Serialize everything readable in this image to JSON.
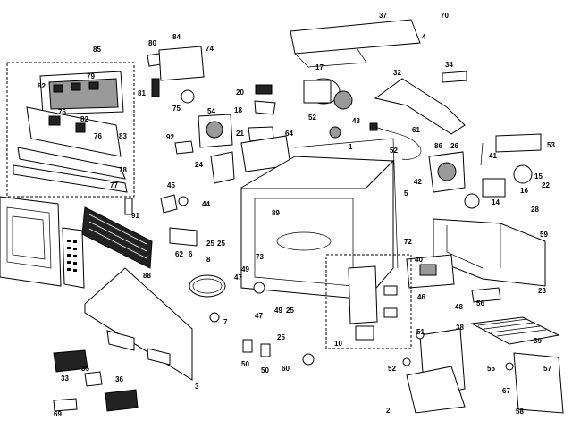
{
  "callouts": [
    {
      "id": "c37",
      "text": "37"
    },
    {
      "id": "c70",
      "text": "70"
    },
    {
      "id": "c4",
      "text": "4"
    },
    {
      "id": "c85",
      "text": "85"
    },
    {
      "id": "c80",
      "text": "80"
    },
    {
      "id": "c84",
      "text": "84"
    },
    {
      "id": "c74",
      "text": "74"
    },
    {
      "id": "c34",
      "text": "34"
    },
    {
      "id": "c17",
      "text": "17"
    },
    {
      "id": "c32",
      "text": "32"
    },
    {
      "id": "c79",
      "text": "79"
    },
    {
      "id": "c81",
      "text": "81"
    },
    {
      "id": "c82a",
      "text": "82"
    },
    {
      "id": "c76a",
      "text": "76"
    },
    {
      "id": "c82b",
      "text": "82"
    },
    {
      "id": "c75",
      "text": "75"
    },
    {
      "id": "c20",
      "text": "20"
    },
    {
      "id": "c18",
      "text": "18"
    },
    {
      "id": "c54",
      "text": "54"
    },
    {
      "id": "c52a",
      "text": "52"
    },
    {
      "id": "c43",
      "text": "43"
    },
    {
      "id": "c76b",
      "text": "76"
    },
    {
      "id": "c83",
      "text": "83"
    },
    {
      "id": "c21",
      "text": "21"
    },
    {
      "id": "c64",
      "text": "64"
    },
    {
      "id": "c61",
      "text": "61"
    },
    {
      "id": "c92",
      "text": "92"
    },
    {
      "id": "c1",
      "text": "1"
    },
    {
      "id": "c52b",
      "text": "52"
    },
    {
      "id": "c86",
      "text": "86"
    },
    {
      "id": "c26",
      "text": "26"
    },
    {
      "id": "c53",
      "text": "53"
    },
    {
      "id": "c78",
      "text": "78"
    },
    {
      "id": "c24",
      "text": "24"
    },
    {
      "id": "c41",
      "text": "41"
    },
    {
      "id": "c15",
      "text": "15"
    },
    {
      "id": "c77",
      "text": "77"
    },
    {
      "id": "c45",
      "text": "45"
    },
    {
      "id": "c42",
      "text": "42"
    },
    {
      "id": "c16",
      "text": "16"
    },
    {
      "id": "c5",
      "text": "5"
    },
    {
      "id": "c14",
      "text": "14"
    },
    {
      "id": "c91",
      "text": "91"
    },
    {
      "id": "c44",
      "text": "44"
    },
    {
      "id": "c89",
      "text": "89"
    },
    {
      "id": "c22",
      "text": "22"
    },
    {
      "id": "c28",
      "text": "28"
    },
    {
      "id": "c59",
      "text": "59"
    },
    {
      "id": "c25a",
      "text": "25"
    },
    {
      "id": "c25b",
      "text": "25"
    },
    {
      "id": "c62",
      "text": "62"
    },
    {
      "id": "c6",
      "text": "6"
    },
    {
      "id": "c72",
      "text": "72"
    },
    {
      "id": "c73",
      "text": "73"
    },
    {
      "id": "c40",
      "text": "40"
    },
    {
      "id": "c88",
      "text": "88"
    },
    {
      "id": "c8",
      "text": "8"
    },
    {
      "id": "c49a",
      "text": "49"
    },
    {
      "id": "c47a",
      "text": "47"
    },
    {
      "id": "c46",
      "text": "46"
    },
    {
      "id": "c48",
      "text": "48"
    },
    {
      "id": "c23",
      "text": "23"
    },
    {
      "id": "c56",
      "text": "56"
    },
    {
      "id": "c47b",
      "text": "47"
    },
    {
      "id": "c49b",
      "text": "49"
    },
    {
      "id": "c25c",
      "text": "25"
    },
    {
      "id": "c7",
      "text": "7"
    },
    {
      "id": "c25d",
      "text": "25"
    },
    {
      "id": "c38",
      "text": "38"
    },
    {
      "id": "c51",
      "text": "51"
    },
    {
      "id": "c10",
      "text": "10"
    },
    {
      "id": "c39",
      "text": "39"
    },
    {
      "id": "c33",
      "text": "33"
    },
    {
      "id": "c50a",
      "text": "50"
    },
    {
      "id": "c50b",
      "text": "50"
    },
    {
      "id": "c52c",
      "text": "52"
    },
    {
      "id": "c55",
      "text": "55"
    },
    {
      "id": "c57",
      "text": "57"
    },
    {
      "id": "c35",
      "text": "35"
    },
    {
      "id": "c36",
      "text": "36"
    },
    {
      "id": "c60",
      "text": "60"
    },
    {
      "id": "c3",
      "text": "3"
    },
    {
      "id": "c67",
      "text": "67"
    },
    {
      "id": "c69",
      "text": "69"
    },
    {
      "id": "c2",
      "text": "2"
    },
    {
      "id": "c58",
      "text": "58"
    }
  ]
}
